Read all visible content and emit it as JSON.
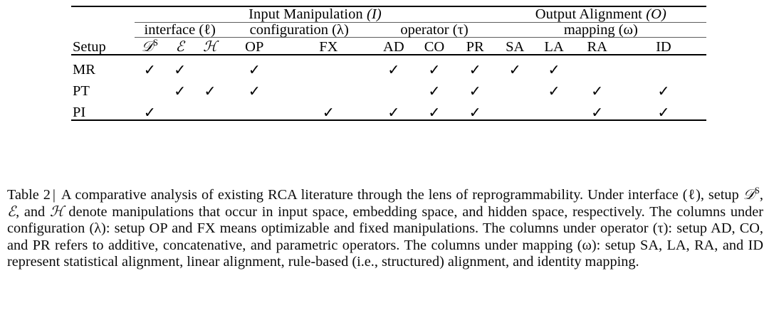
{
  "table": {
    "label": "Table 2",
    "separator": "|",
    "group_headers": [
      {
        "text": "Input Manipulation",
        "symbol": "(I)"
      },
      {
        "text": "Output Alignment",
        "symbol": "(O)"
      }
    ],
    "sub_headers": [
      {
        "text": "interface",
        "symbol": "(ℓ)"
      },
      {
        "text": "configuration",
        "symbol": "(λ)"
      },
      {
        "text": "operator",
        "symbol": "(τ)"
      },
      {
        "text": "mapping",
        "symbol": "(ω)"
      }
    ],
    "setup_header": "Setup",
    "columns": [
      {
        "id": "XS",
        "label": "𝒟",
        "sup": "S",
        "style": "calligraphic"
      },
      {
        "id": "E",
        "label": "ℰ",
        "sup": "",
        "style": "calligraphic"
      },
      {
        "id": "H",
        "label": "ℋ",
        "sup": "",
        "style": "calligraphic"
      },
      {
        "id": "OP",
        "label": "OP",
        "sup": "",
        "style": "plain"
      },
      {
        "id": "FX",
        "label": "FX",
        "sup": "",
        "style": "plain"
      },
      {
        "id": "AD",
        "label": "AD",
        "sup": "",
        "style": "plain"
      },
      {
        "id": "CO",
        "label": "CO",
        "sup": "",
        "style": "plain"
      },
      {
        "id": "PR",
        "label": "PR",
        "sup": "",
        "style": "plain"
      },
      {
        "id": "SA",
        "label": "SA",
        "sup": "",
        "style": "plain"
      },
      {
        "id": "LA",
        "label": "LA",
        "sup": "",
        "style": "plain"
      },
      {
        "id": "RA",
        "label": "RA",
        "sup": "",
        "style": "plain"
      },
      {
        "id": "ID",
        "label": "ID",
        "sup": "",
        "style": "plain"
      }
    ],
    "check_glyph": "✓",
    "rows": [
      {
        "setup": "MR",
        "cells": [
          "✓",
          "✓",
          "",
          "✓",
          "",
          "✓",
          "✓",
          "✓",
          "✓",
          "✓",
          "",
          ""
        ]
      },
      {
        "setup": "PT",
        "cells": [
          "",
          "✓",
          "✓",
          "✓",
          "",
          "",
          "✓",
          "✓",
          "",
          "✓",
          "✓",
          "✓"
        ]
      },
      {
        "setup": "PI",
        "cells": [
          "✓",
          "",
          "",
          "",
          "✓",
          "✓",
          "✓",
          "✓",
          "",
          "",
          "✓",
          "✓"
        ]
      }
    ]
  },
  "caption": {
    "label": "Table 2",
    "separator": "|",
    "text": " A comparative analysis of existing RCA literature through the lens of reprogrammability. Under interface (ℓ), setup 𝒟S, ℰ, and ℋ denote manipulations that occur in input space, embedding space, and hidden space, respectively. The columns under configuration (λ): setup OP and FX means optimizable and fixed manipulations. The columns under operator (τ): setup AD, CO, and PR refers to additive, concatenative, and parametric operators. The columns under mapping (ω): setup SA, LA, RA, and ID represent statistical alignment, linear alignment, rule-based (i.e., structured) alignment, and identity mapping.",
    "segments": {
      "s1": " A comparative analysis of existing RCA literature through the lens of reprogrammability. Under interface (ℓ), setup ",
      "s2": ", ",
      "s3": ", and ",
      "s4": " denote manipulations that occur in input space, embedding space, and hidden space, respectively. The columns under configuration (λ): setup OP and FX means optimizable and fixed manipulations. The columns under operator (τ): setup AD, CO, and PR refers to additive, concatenative, and parametric operators. The columns under mapping (ω): setup SA, LA, RA, and ID represent statistical alignment, linear alignment, rule-based (i.e., structured) alignment, and identity mapping.",
      "calX": "𝒟",
      "calXsup": "S",
      "calE": "ℰ",
      "calH": "ℋ"
    }
  },
  "colors": {
    "text": "#000000",
    "rule_major": "#000000",
    "rule_minor": "#5d5d5d",
    "background": "#ffffff"
  }
}
